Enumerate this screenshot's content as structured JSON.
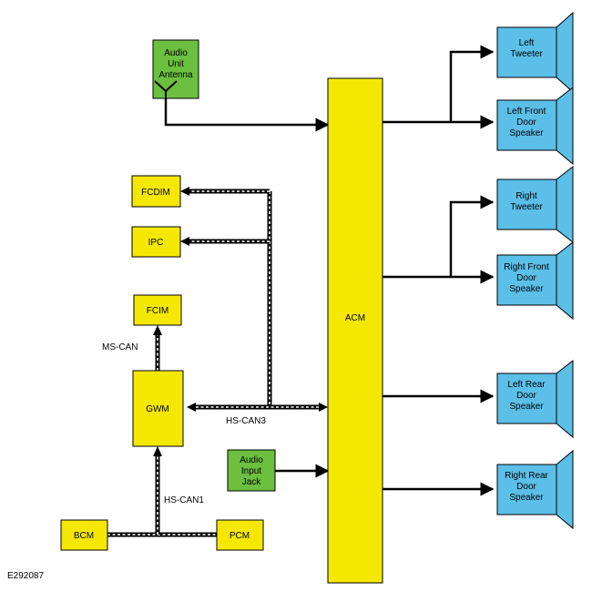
{
  "figure_id": "E292087",
  "modules": {
    "acm": "ACM",
    "gwm": "GWM",
    "fcim": "FCIM",
    "fcdim": "FCDIM",
    "ipc": "IPC",
    "bcm": "BCM",
    "pcm": "PCM"
  },
  "inputs": {
    "antenna": [
      "Audio",
      "Unit",
      "Antenna"
    ],
    "audio_jack": [
      "Audio",
      "Input",
      "Jack"
    ]
  },
  "speakers": {
    "left_tweeter": [
      "Left",
      "Tweeter"
    ],
    "left_front": [
      "Left Front",
      "Door",
      "Speaker"
    ],
    "right_tweeter": [
      "Right",
      "Tweeter"
    ],
    "right_front": [
      "Right Front",
      "Door",
      "Speaker"
    ],
    "left_rear": [
      "Left Rear",
      "Door",
      "Speaker"
    ],
    "right_rear": [
      "Right Rear",
      "Door",
      "Speaker"
    ]
  },
  "buses": {
    "ms_can": "MS-CAN",
    "hs_can3": "HS-CAN3",
    "hs_can1": "HS-CAN1"
  },
  "colors": {
    "module": "#f5e800",
    "input": "#6cbf3f",
    "speaker": "#5bbfe8"
  }
}
